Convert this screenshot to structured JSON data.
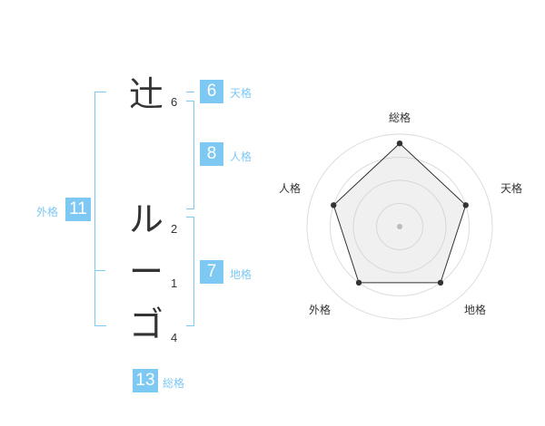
{
  "name_chars": [
    {
      "char": "辻",
      "strokes": "6"
    },
    {
      "char": "ル",
      "strokes": "2"
    },
    {
      "char": "ー",
      "strokes": "1"
    },
    {
      "char": "ゴ",
      "strokes": "4"
    }
  ],
  "scores": {
    "tenkaku": {
      "value": "6",
      "label": "天格"
    },
    "jinkaku": {
      "value": "8",
      "label": "人格"
    },
    "chikaku": {
      "value": "7",
      "label": "地格"
    },
    "gaikaku": {
      "value": "11",
      "label": "外格"
    },
    "soukaku": {
      "value": "13",
      "label": "総格"
    }
  },
  "chart_data": {
    "type": "radar",
    "axes": [
      "総格",
      "天格",
      "地格",
      "外格",
      "人格"
    ],
    "values": [
      0.9,
      0.75,
      0.75,
      0.75,
      0.75
    ],
    "ring_count": 4
  }
}
